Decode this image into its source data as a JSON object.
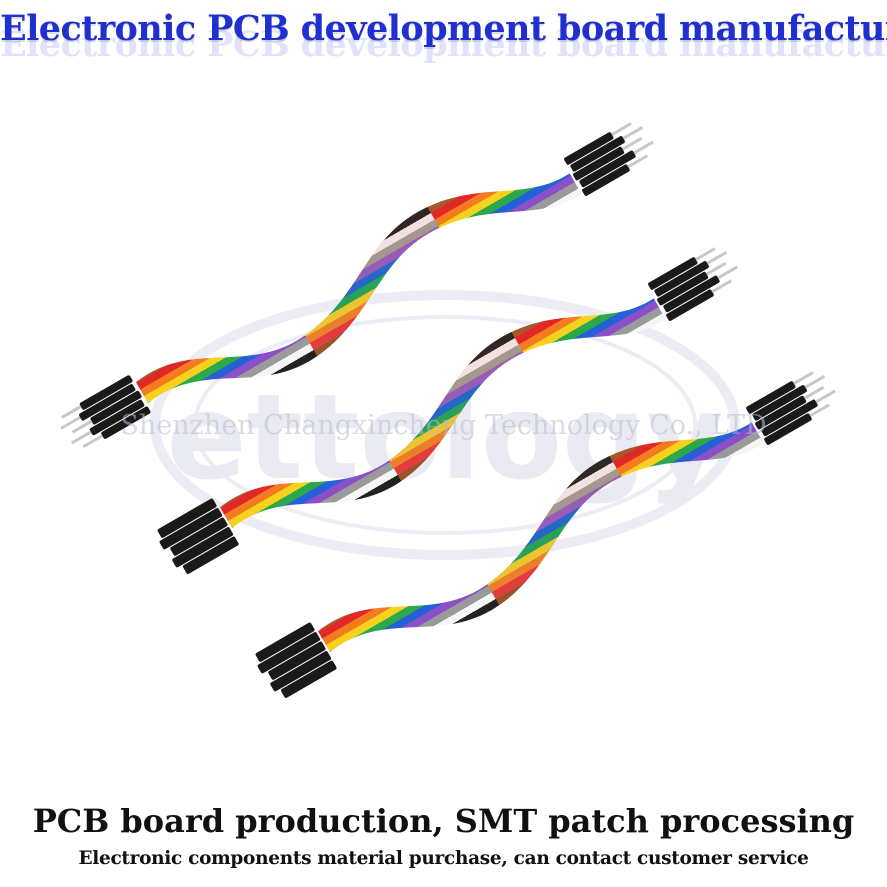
{
  "header": {
    "title": "Electronic PCB development board manufacturer"
  },
  "watermark": {
    "text": "Shenzhen Changxincheng Technology Co., LTD",
    "logo_text": "ettology"
  },
  "footer": {
    "line1": "PCB board production, SMT patch processing",
    "line2": "Electronic components material purchase, can contact customer service"
  },
  "colors": {
    "title_blue": "#1f2fd0",
    "caption_black": "#111111",
    "watermark_gray": "#b9bccf",
    "connector_black": "#1a1a1a",
    "pin_silver": "#c8c8c8",
    "ribbon": [
      "#a8572b",
      "#e22727",
      "#f47b20",
      "#f6d11e",
      "#2aa84a",
      "#2560d8",
      "#8b4fc9",
      "#9a9a9a",
      "#f5f5f5",
      "#222222"
    ]
  },
  "product": {
    "cable_count": 3,
    "cable_type": "rainbow dupont jumper wire ribbon"
  }
}
